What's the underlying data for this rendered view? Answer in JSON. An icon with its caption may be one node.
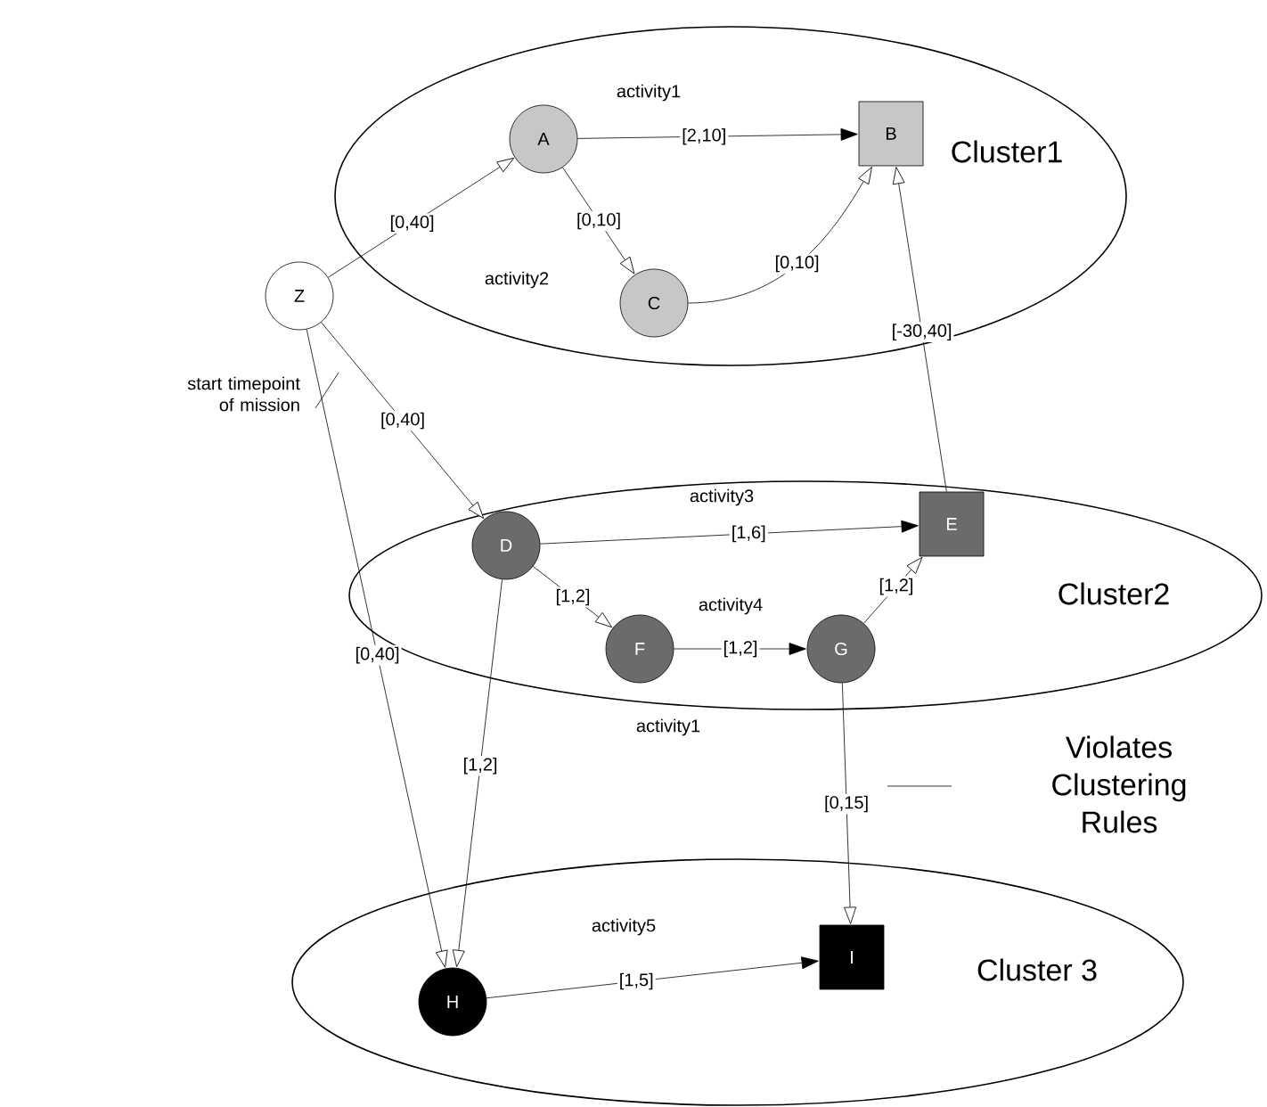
{
  "diagram": {
    "nodes": [
      {
        "text": [
          "Cluster1"
        ]
      },
      {
        "text": [
          "A"
        ],
        "in": 0
      },
      {
        "text": [
          "B"
        ],
        "in": 0
      },
      {
        "text": [
          "C"
        ],
        "in": 0
      },
      {
        "text": [
          "Z"
        ]
      },
      {
        "text": [
          "Cluster2"
        ]
      },
      {
        "text": [
          "D"
        ],
        "in": 5
      },
      {
        "text": [
          "E"
        ],
        "in": 5
      },
      {
        "text": [
          "F"
        ],
        "in": 5
      },
      {
        "text": [
          "G"
        ],
        "in": 5
      },
      {
        "text": [
          "Cluster 3"
        ]
      },
      {
        "text": [
          "H"
        ],
        "in": 10
      },
      {
        "text": [
          "I"
        ],
        "in": 10
      }
    ],
    "edges": [
      {
        "from": 4,
        "to": 1,
        "arrow": "to",
        "label": "[0,40]"
      },
      {
        "from": 1,
        "to": 2,
        "arrow": "to",
        "label": "[2,10]"
      },
      {
        "from": 1,
        "to": 3,
        "arrow": "to",
        "label": "[0,10]"
      },
      {
        "from": 3,
        "to": 2,
        "arrow": "to",
        "label": "[0,10]"
      },
      {
        "from": 7,
        "to": 2,
        "arrow": "to",
        "label": "[-30,40]"
      },
      {
        "from": 4,
        "to": 6,
        "arrow": "to",
        "label": "[0,40]"
      },
      {
        "from": 6,
        "to": 7,
        "arrow": "to",
        "label": "[1,6]"
      },
      {
        "from": 6,
        "to": 8,
        "arrow": "to",
        "label": "[1,2]"
      },
      {
        "from": 8,
        "to": 9,
        "arrow": "to",
        "label": "[1,2]"
      },
      {
        "from": 9,
        "to": 7,
        "arrow": "to",
        "label": "[1,2]"
      },
      {
        "from": 4,
        "to": 11,
        "arrow": "to",
        "label": "[0,40]"
      },
      {
        "from": 6,
        "to": 11,
        "arrow": "to",
        "label": "[1,2]"
      },
      {
        "from": 9,
        "to": 12,
        "arrow": "to",
        "label": "[0,15]"
      },
      {
        "from": 11,
        "to": 12,
        "arrow": "to",
        "label": "[1,5]"
      }
    ],
    "labels": [
      "activity1",
      "activity2",
      "start timepoint of mission",
      "activity3",
      "activity4",
      "activity1",
      "Violates Clustering Rules",
      "activity5"
    ]
  }
}
